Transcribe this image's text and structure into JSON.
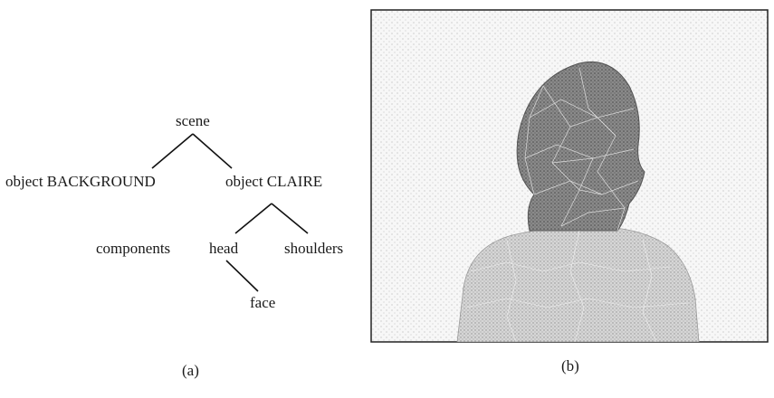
{
  "tree": {
    "root": "scene",
    "left_child": "object BACKGROUND",
    "right_child": "object CLAIRE",
    "components_label": "components",
    "head": "head",
    "shoulders": "shoulders",
    "face": "face"
  },
  "captions": {
    "left": "(a)",
    "right": "(b)"
  }
}
